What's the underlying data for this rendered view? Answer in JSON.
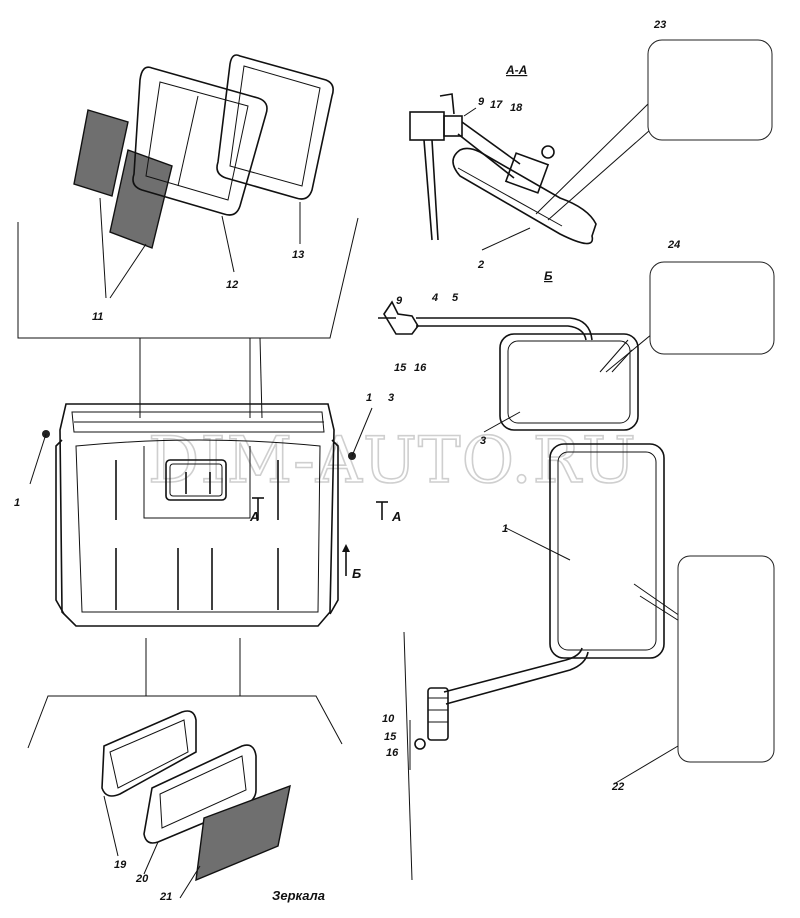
{
  "section_labels": {
    "aa": "А-А",
    "b": "Б"
  },
  "section_marks": {
    "a_left": "А",
    "a_right": "А",
    "b": "Б"
  },
  "watermark": "DIM-AUTO.RU",
  "caption": "Зеркала",
  "callouts": {
    "c1a": "1",
    "c1b": "1",
    "c1c": "1",
    "c2": "2",
    "c3a": "3",
    "c3b": "3",
    "c4": "4",
    "c5": "5",
    "c9a": "9",
    "c9b": "9",
    "c10": "10",
    "c11": "11",
    "c12": "12",
    "c13": "13",
    "c15a": "15",
    "c15b": "15",
    "c16a": "16",
    "c16b": "16",
    "c17": "17",
    "c18": "18",
    "c19": "19",
    "c20": "20",
    "c21": "21",
    "c22": "22",
    "c23": "23",
    "c24": "24"
  }
}
